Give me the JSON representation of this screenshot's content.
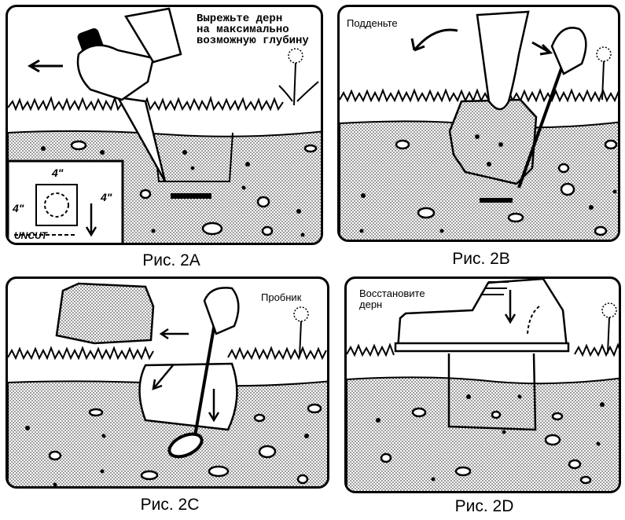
{
  "figure": {
    "panels": [
      {
        "id": "A",
        "caption": "Рис. 2А",
        "label_lines": [
          "Вырежьте дерн",
          "на максимально",
          "возможную глубину"
        ]
      },
      {
        "id": "B",
        "caption": "Рис. 2В",
        "label": "Подденьте"
      },
      {
        "id": "C",
        "caption": "Рис. 2С",
        "label": "Пробник"
      },
      {
        "id": "D",
        "caption": "Рис. 2D",
        "label_lines": [
          "Восстановите",
          "дерн"
        ]
      }
    ],
    "inset": {
      "top_dim": "4\"",
      "left_dim": "4\"",
      "right_dim": "4\"",
      "note": "UNCUT"
    }
  },
  "colors": {
    "ink": "#000000",
    "soil": "#c8c8c8",
    "paper": "#ffffff"
  }
}
